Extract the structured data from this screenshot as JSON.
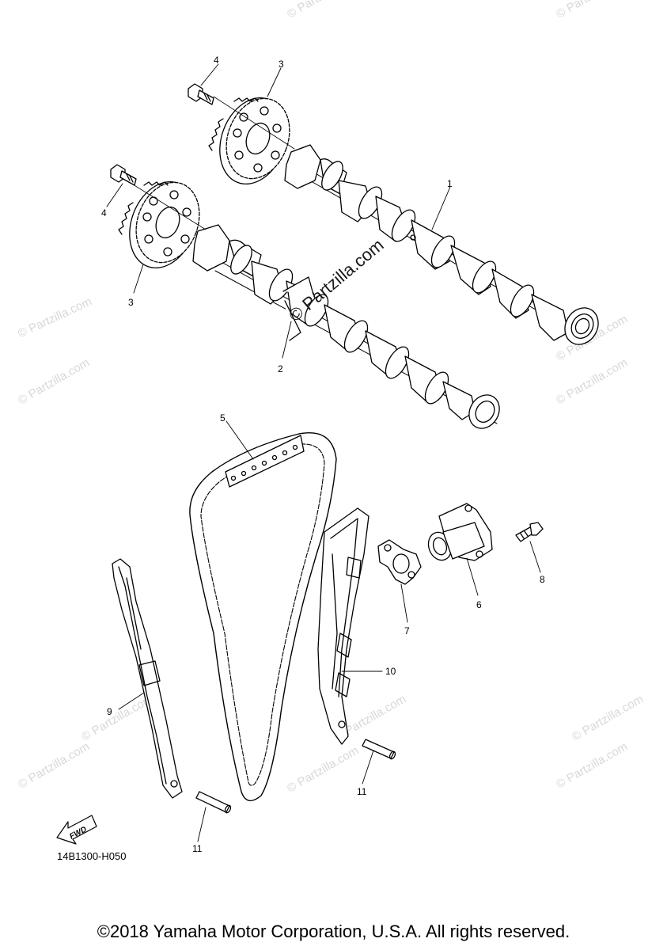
{
  "callouts": [
    "1",
    "2",
    "3",
    "3",
    "4",
    "4",
    "5",
    "6",
    "7",
    "8",
    "9",
    "10",
    "11",
    "11"
  ],
  "fwd_label": "FWD",
  "ref_code": "14B1300-H050",
  "center_watermark": "© Partzilla.com",
  "bg_watermark": "© Partzilla.com",
  "copyright": "©2018 Yamaha Motor Corporation, U.S.A. All rights reserved."
}
